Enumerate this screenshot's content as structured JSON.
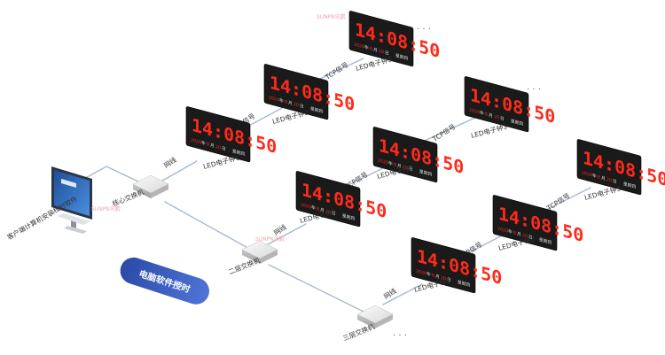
{
  "colors": {
    "line": "#a8b9d3",
    "panel": "#1a1a1a",
    "digit": "#ff2a1a",
    "badge": "#3a5ab8"
  },
  "clock": {
    "time": "14:08:50",
    "date_parts": [
      "2020",
      "年",
      "8",
      "月",
      "20",
      "日"
    ],
    "weekday": "星期四"
  },
  "labels": {
    "lan": "网线",
    "tcp": "TCP信号",
    "clock1": "LED电子钟1",
    "clock2": "LED电子钟2",
    "clock3": "LED电子钟3",
    "core_switch": "核心交换机",
    "switch2": "二层交换机",
    "switch3": "三层交换机",
    "client": "客户端计算机安装校时软件",
    "badge": "电脑软件授时",
    "ellipsis": "· · ·",
    "watermark": "SUNPN讯鹏"
  },
  "icons": {
    "computer": "computer-icon",
    "switch": "network-switch-icon",
    "clock": "led-clock-icon"
  }
}
